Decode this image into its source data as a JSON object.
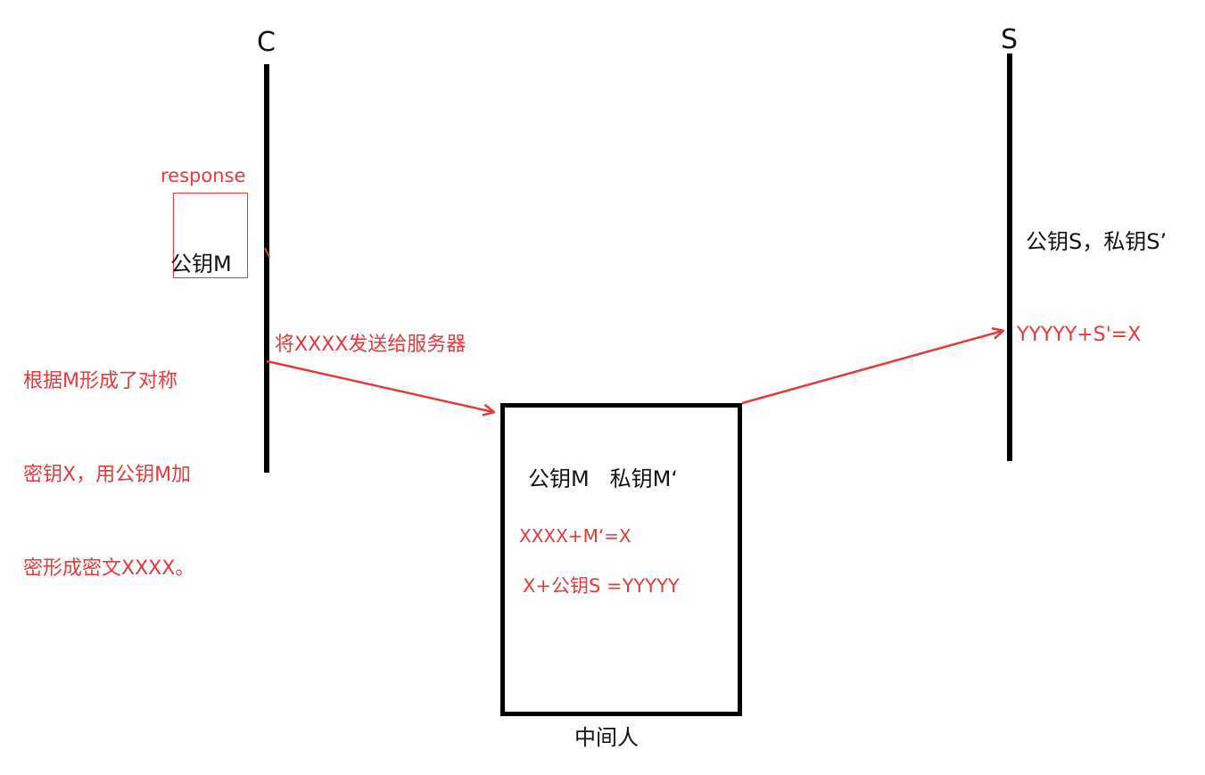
{
  "actors": {
    "client": {
      "label": "C"
    },
    "server": {
      "label": "S"
    },
    "middleman": {
      "label": "中间人"
    }
  },
  "client_side": {
    "response_label": "response",
    "public_key_label": "公钥M",
    "note_lines": [
      "根据M形成了对称",
      "密钥X，用公钥M加",
      "密形成密文XXXX。"
    ]
  },
  "arrow_label": "将XXXX发送给服务器",
  "middleman_box": {
    "keys": "公钥M   私钥M‘",
    "decrypt": "XXXX+M‘=X",
    "encrypt": "X+公钥S =YYYYY"
  },
  "server_side": {
    "keys": "公钥S，私钥S’",
    "decrypt": "YYYYY+S'=X"
  },
  "colors": {
    "line": "#000000",
    "annotation": "#e5393b",
    "text": "#111111"
  }
}
